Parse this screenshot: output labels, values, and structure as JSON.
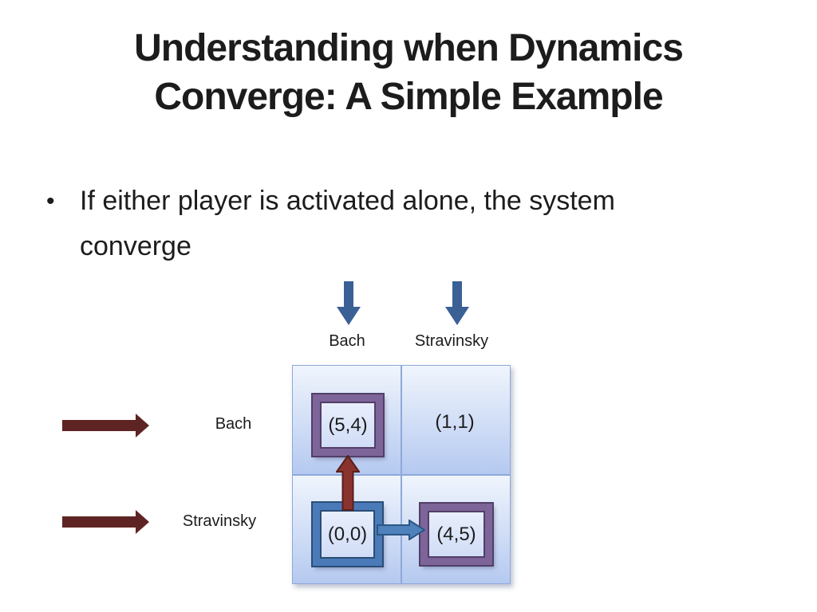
{
  "colors": {
    "text": "#1c1c1c",
    "arrow_blue": "#3a6096",
    "arrow_dark_red": "#5e2423",
    "connector_red_fill": "#8a332e",
    "connector_red_edge": "#5a1f1b",
    "connector_blue_fill": "#4f81bd",
    "connector_blue_edge": "#2b5683",
    "square_purple": "#7d6599",
    "square_purple_edge": "#523f69",
    "square_blue": "#4a7ab8",
    "square_blue_edge": "#2b4e74",
    "cell_border": "#8ea9d9",
    "cell_top": "#f0f5fd",
    "cell_bottom": "#b5c9f0"
  },
  "title": {
    "line1": "Understanding when Dynamics",
    "line2": "Converge: A Simple Example"
  },
  "bullet": {
    "marker": "•",
    "text": "If either player is activated alone, the system converge"
  },
  "matrix": {
    "column_labels": [
      "Bach",
      "Stravinsky"
    ],
    "row_labels": [
      "Bach",
      "Stravinsky"
    ],
    "cells": [
      [
        "(5,4)",
        "(1,1)"
      ],
      [
        "(0,0)",
        "(4,5)"
      ]
    ]
  }
}
